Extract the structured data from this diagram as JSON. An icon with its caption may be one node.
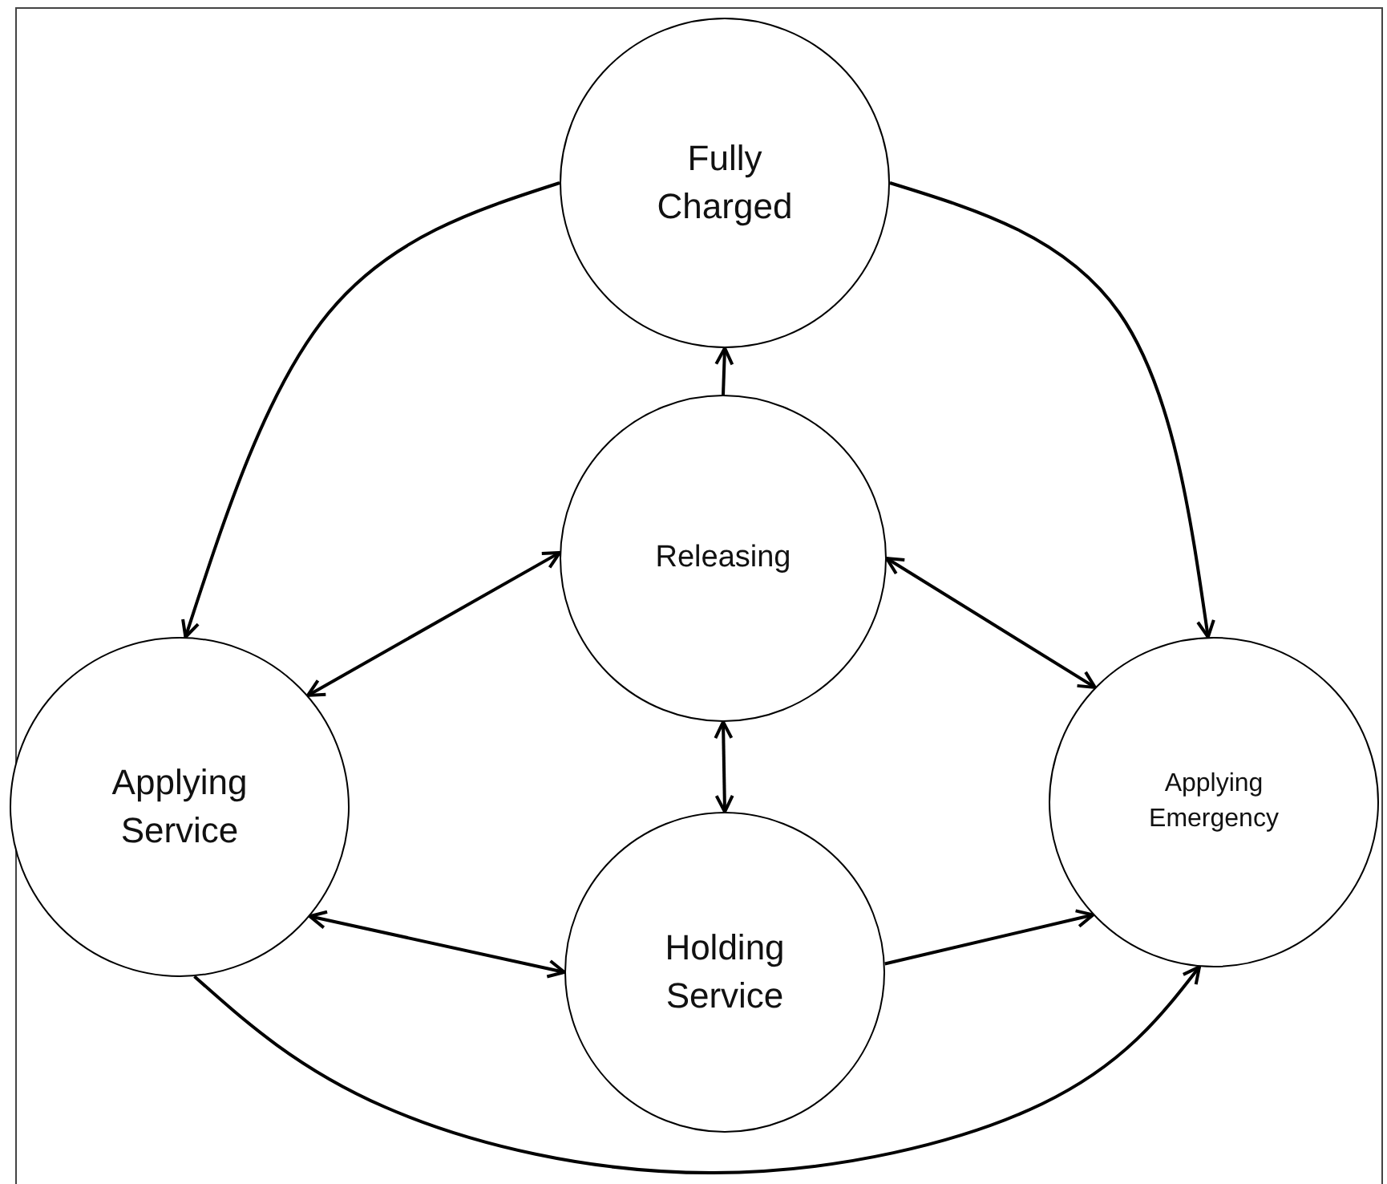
{
  "diagram": {
    "nodes": [
      {
        "text": [
          "Fully Charged"
        ]
      },
      {
        "text": [
          "Releasing"
        ]
      },
      {
        "text": [
          "Applying Service"
        ]
      },
      {
        "text": [
          "Applying Emergency"
        ]
      },
      {
        "text": [
          "Holding Service"
        ]
      }
    ],
    "edges": [
      {
        "from": 1,
        "to": 0,
        "arrow": "to"
      },
      {
        "from": 0,
        "to": 2,
        "arrow": "to"
      },
      {
        "from": 0,
        "to": 3,
        "arrow": "to"
      },
      {
        "from": 1,
        "to": 2,
        "arrow": "both"
      },
      {
        "from": 1,
        "to": 3,
        "arrow": "both"
      },
      {
        "from": 1,
        "to": 4,
        "arrow": "both"
      },
      {
        "from": 2,
        "to": 4,
        "arrow": "both"
      },
      {
        "from": 4,
        "to": 3,
        "arrow": "to"
      },
      {
        "from": 2,
        "to": 3,
        "arrow": "to"
      }
    ]
  }
}
